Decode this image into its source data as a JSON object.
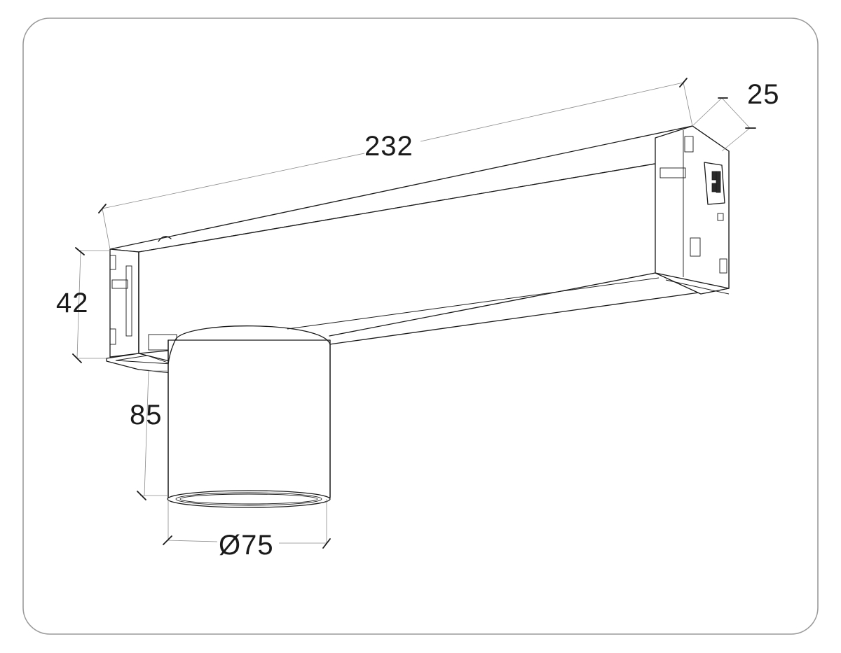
{
  "drawing": {
    "dimensions": {
      "length": "232",
      "width": "25",
      "track_height": "42",
      "lamp_height": "85",
      "diameter": "Ø75"
    }
  }
}
